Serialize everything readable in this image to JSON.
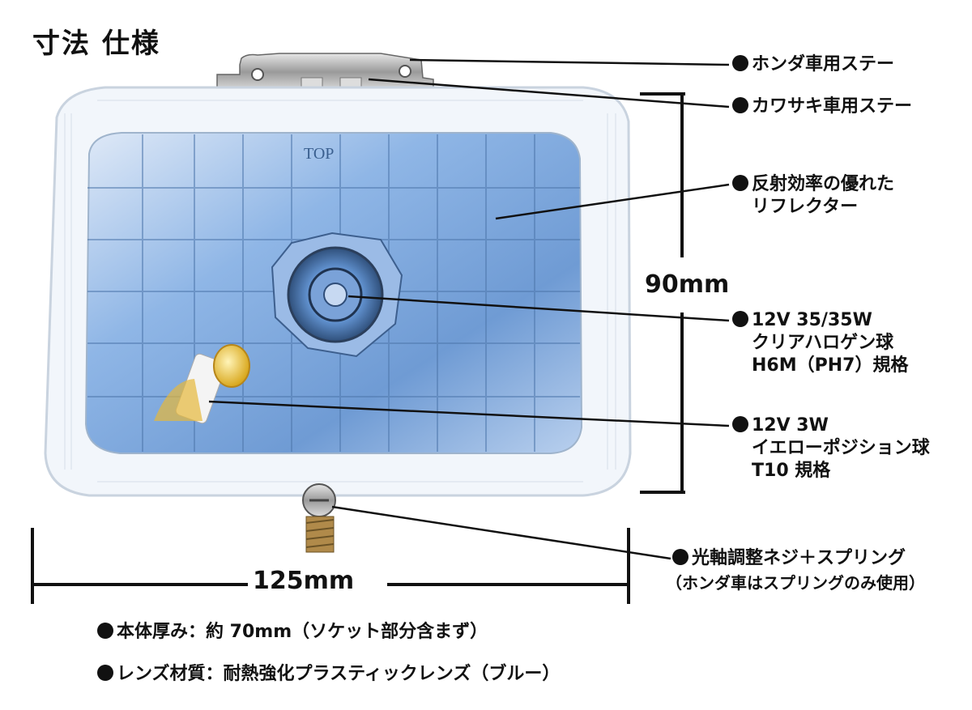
{
  "title": "寸法 仕様",
  "lamp": {
    "top_mark": "TOP"
  },
  "callouts": {
    "honda_stay": "ホンダ車用ステー",
    "kawasaki_stay": "カワサキ車用ステー",
    "reflector_line1": "反射効率の優れた",
    "reflector_line2": "リフレクター",
    "bulb_line1": "12V 35/35W",
    "bulb_line2": "クリアハロゲン球",
    "bulb_line3": "H6M（PH7）規格",
    "position_line1": "12V 3W",
    "position_line2": "イエローポジション球",
    "position_line3": "T10 規格",
    "screw_line1": "光軸調整ネジ＋スプリング",
    "screw_line2": "（ホンダ車はスプリングのみ使用）"
  },
  "dimensions": {
    "height": "90mm",
    "width": "125mm"
  },
  "specs": {
    "thickness": "本体厚み：約 70mm（ソケット部分含まず）",
    "lens": "レンズ材質：耐熱強化プラスティックレンズ（ブルー）"
  },
  "colors": {
    "lens_blue": "#8fb6e6",
    "frame_white": "#f2f6fb",
    "bracket_metal": "#b5b5b5",
    "bulb_yellow": "#e8c24a"
  }
}
